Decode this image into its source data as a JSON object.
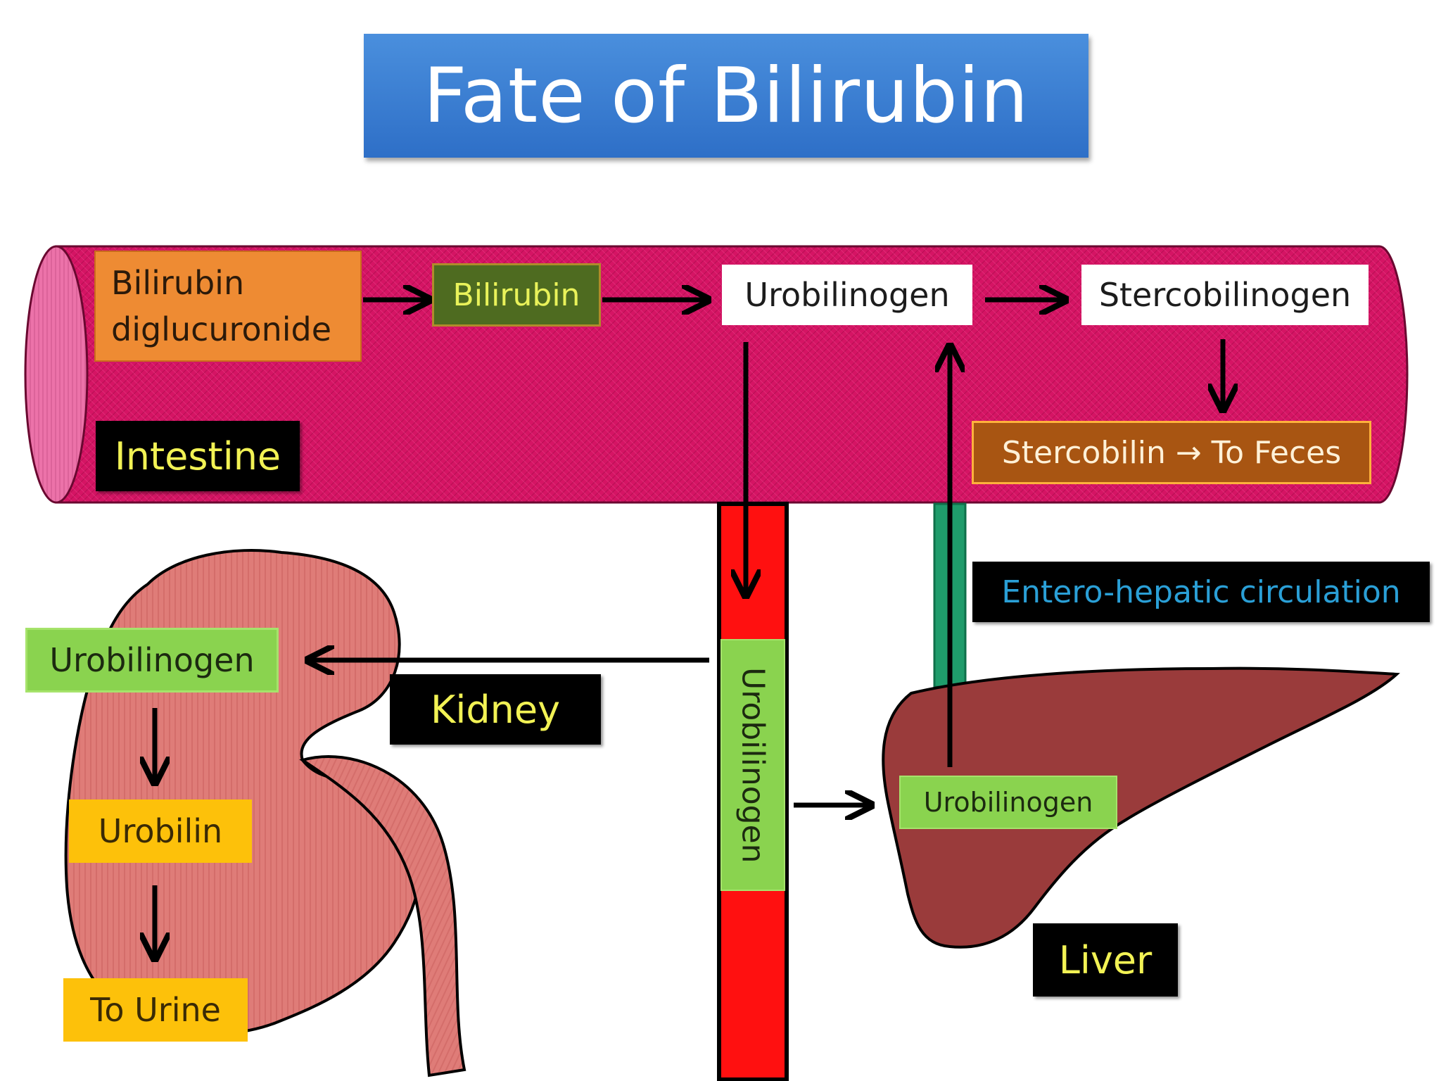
{
  "title": "Fate of Bilirubin",
  "colors": {
    "title_banner": "#3a7fd5",
    "intestine": "#d51464",
    "kidney": "#e0807c",
    "liver": "#9a3b3b",
    "blood_vessel": "#ff1010",
    "portal_vein": "#1f9c6b"
  },
  "intestine": {
    "label": "Intestine",
    "bilirubin_diglucuronide": "Bilirubin\ndiglucuronide",
    "bilirubin": "Bilirubin",
    "urobilinogen": "Urobilinogen",
    "stercobilinogen": "Stercobilinogen",
    "stercobilin": "Stercobilin → To Feces"
  },
  "entero_hepatic": "Entero-hepatic circulation",
  "blood_vessel": {
    "urobilinogen": "Urobilinogen"
  },
  "kidney": {
    "label": "Kidney",
    "urobilinogen": "Urobilinogen",
    "urobilin": "Urobilin",
    "to_urine": "To Urine"
  },
  "liver": {
    "label": "Liver",
    "urobilinogen": "Urobilinogen"
  }
}
